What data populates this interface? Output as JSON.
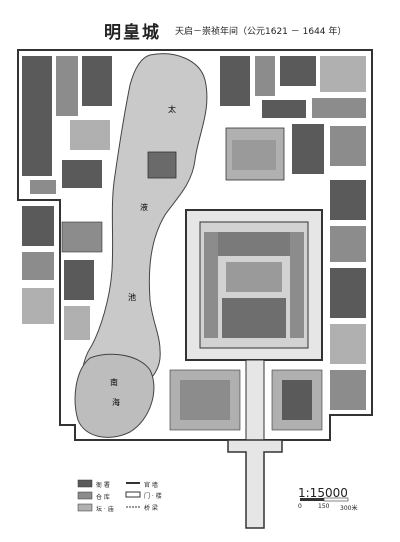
{
  "header": {
    "title": "明皇城",
    "subtitle": "天启－崇祯年间（公元1621 － 1644 年）"
  },
  "scale": {
    "ratio": "1:15000",
    "ticks": [
      "0",
      "150",
      "300米"
    ]
  },
  "legend": {
    "items": [
      {
        "swatch": "dark",
        "label": "衙 署"
      },
      {
        "swatch": "mid",
        "label": "仓 库"
      },
      {
        "swatch": "light",
        "label": "坛 · 庙"
      },
      {
        "swatch": "line",
        "label": "官 墙"
      },
      {
        "swatch": "gate",
        "label": "门 · 楼"
      },
      {
        "swatch": "bridge",
        "label": "桥 梁"
      }
    ]
  },
  "map_labels": {
    "lake_upper": "太",
    "lake_mid": "液",
    "lake_lower": "池",
    "lake_south": "南",
    "lake_south2": "海"
  },
  "colors": {
    "lake": "#c9c9c9",
    "dark_block": "#5a5a5a",
    "mid_block": "#8c8c8c",
    "light_block": "#b0b0b0",
    "wall": "#333333",
    "paper": "#ffffff"
  }
}
